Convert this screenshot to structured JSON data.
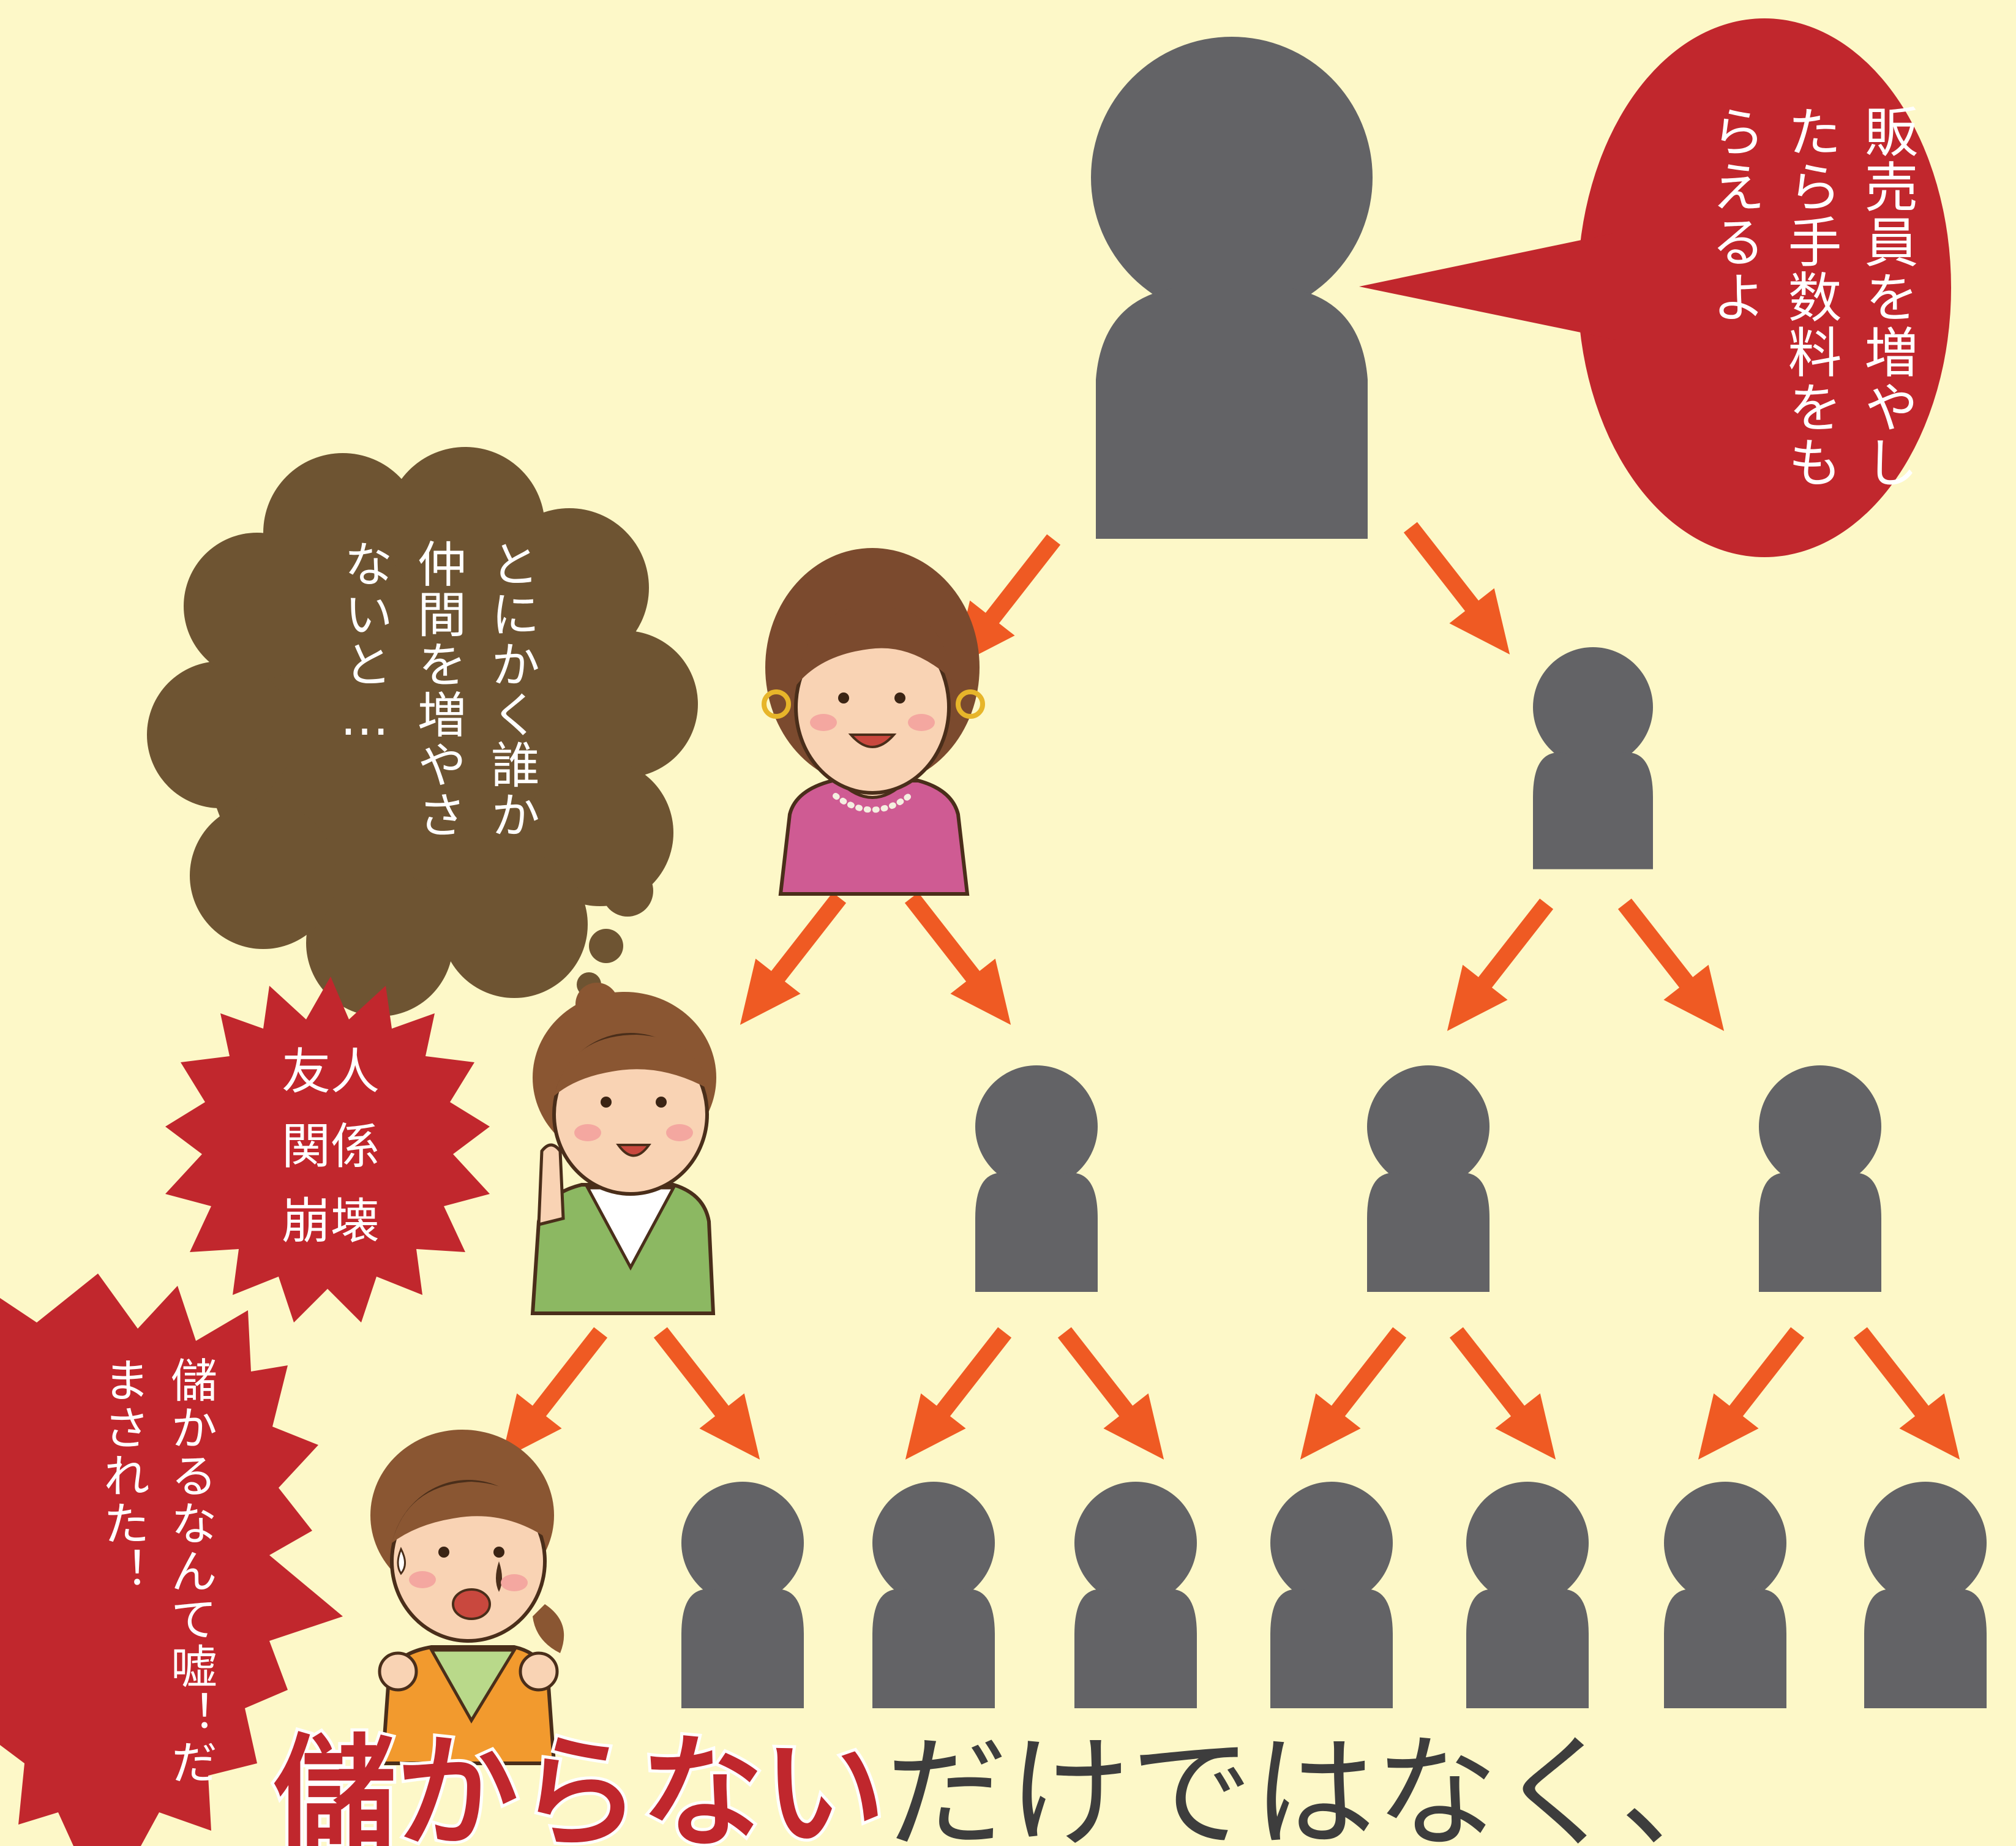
{
  "colors": {
    "background": "#fdf8c8",
    "silhouette": "#636366",
    "arrow": "#ef5a23",
    "speech_red": "#c1272d",
    "thought_brown": "#6e5432",
    "text_white": "#ffffff",
    "caption_red": "#c0272d",
    "caption_dark": "#3d3d3d"
  },
  "speech_top": {
    "text": "販売員を増やしたら手数料をもらえるよ"
  },
  "thought_woman1": {
    "text": "とにかく誰か仲間を増やさないと…"
  },
  "burst_friend": {
    "lines": [
      "友人",
      "関係",
      "崩壊"
    ]
  },
  "burst_lie": {
    "text": "儲かるなんて嘘！だまされた！"
  },
  "caption": {
    "emphasis": "儲からない",
    "rest": "だけではなく、"
  },
  "icons": {
    "person": "person-silhouette-icon",
    "arrow": "arrow-down-icon",
    "woman_smiling": "woman-smiling-icon",
    "woman_pointing": "woman-pointing-icon",
    "woman_crying": "woman-crying-icon"
  }
}
